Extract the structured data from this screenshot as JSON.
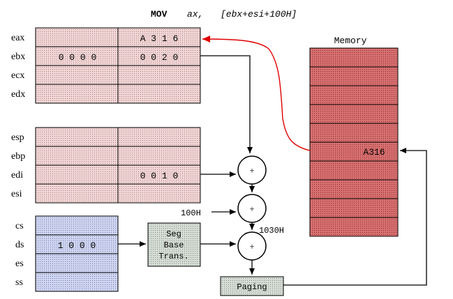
{
  "title": {
    "mnemonic": "MOV",
    "operands": "ax,",
    "address_expr": "[ebx+esi+100H]"
  },
  "general_registers": [
    {
      "name": "eax",
      "high": "",
      "low": "A 3 1 6"
    },
    {
      "name": "ebx",
      "high": "0 0 0 0",
      "low": "0 0 2 0"
    },
    {
      "name": "ecx",
      "high": "",
      "low": ""
    },
    {
      "name": "edx",
      "high": "",
      "low": ""
    }
  ],
  "pointer_registers": [
    {
      "name": "esp",
      "high": "",
      "low": ""
    },
    {
      "name": "ebp",
      "high": "",
      "low": ""
    },
    {
      "name": "edi",
      "high": "",
      "low": "0 0 1 0"
    },
    {
      "name": "esi",
      "high": "",
      "low": ""
    }
  ],
  "segment_registers": [
    {
      "name": "cs",
      "value": ""
    },
    {
      "name": "ds",
      "value": "1 0 0 0"
    },
    {
      "name": "es",
      "value": ""
    },
    {
      "name": "ss",
      "value": ""
    }
  ],
  "adders": [
    "+",
    "+",
    "+"
  ],
  "displacement": "100H",
  "intermediate_sum": "1030H",
  "seg_base_box": [
    "Seg",
    "Base",
    "Trans."
  ],
  "paging_box": "Paging",
  "memory": {
    "title": "Memory",
    "cells": [
      "",
      "",
      "",
      "",
      "",
      "A316",
      "",
      "",
      "",
      ""
    ]
  },
  "colors": {
    "register_fill": "#e8c4c4",
    "segment_fill": "#c4cce8",
    "memory_fill": "#d97a7a",
    "box_fill": "#c8d2c8",
    "data_arrow": "#e00000",
    "line": "#000000"
  }
}
